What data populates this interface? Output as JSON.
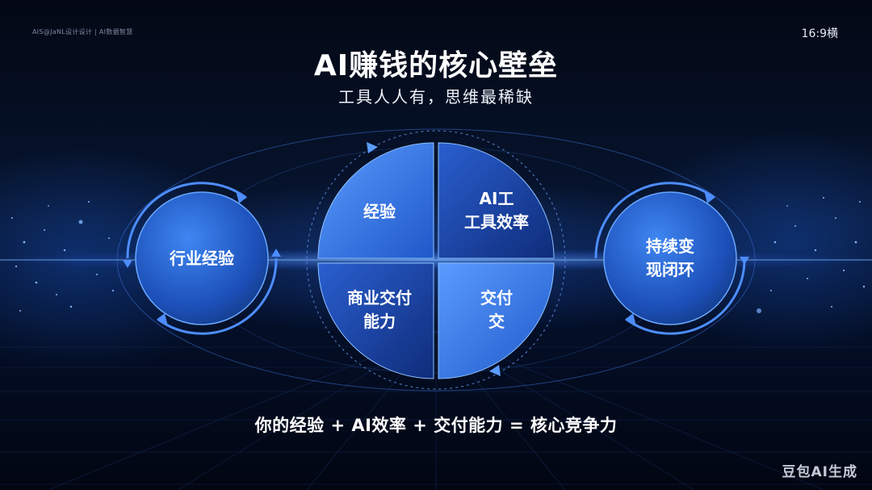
{
  "header": {
    "left_text": "AIS@JaNL设计设计 | AI数据智慧",
    "ratio_label": "16:9横"
  },
  "title": "AI赚钱的核心壁垒",
  "subtitle": "工具人人有，思维最稀缺",
  "left_circle": {
    "label": "行业经验"
  },
  "right_circle": {
    "label_line1": "持续变",
    "label_line2": "现闭环"
  },
  "quadrants": {
    "top_left": {
      "line1": "经验"
    },
    "top_right": {
      "line1": "AI工",
      "line2": "工具效率"
    },
    "bottom_left": {
      "line1": "商业交付",
      "line2": "能力"
    },
    "bottom_right": {
      "line1": "交付",
      "line2": "交"
    }
  },
  "formula": "你的经验 + AI效率 + 交付能力 = 核心竞争力",
  "watermark": "豆包AI生成",
  "colors": {
    "background": "#040b1c",
    "accent": "#2f7bff",
    "tile_light": "#3f86f2",
    "tile_dark": "#1b3f9c"
  },
  "icons": [
    "refresh-arrow-icon",
    "refresh-arrow-icon"
  ]
}
